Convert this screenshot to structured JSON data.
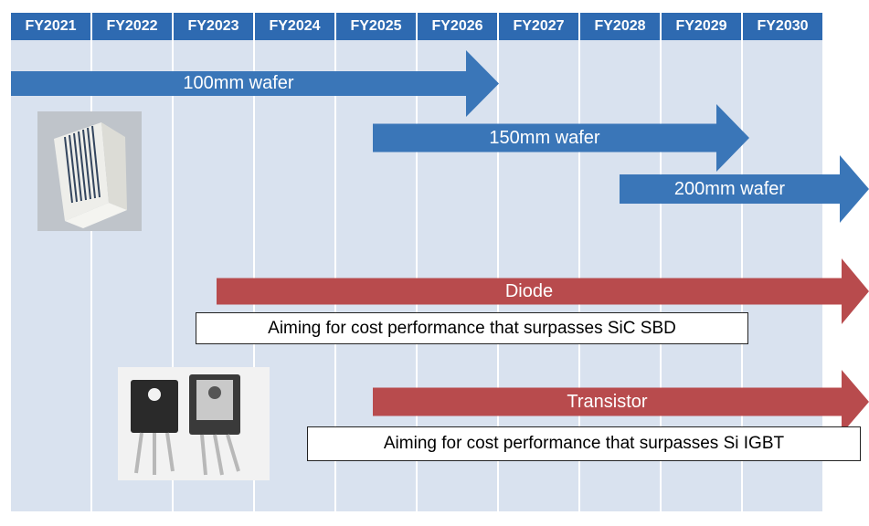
{
  "years": [
    "FY2021",
    "FY2022",
    "FY2023",
    "FY2024",
    "FY2025",
    "FY2026",
    "FY2027",
    "FY2028",
    "FY2029",
    "FY2030"
  ],
  "wafer_arrows": [
    {
      "label": "100mm wafer",
      "start_year": "FY2021",
      "end_year": "FY2026"
    },
    {
      "label": "150mm wafer",
      "start_year": "FY2025",
      "end_year": "FY2029"
    },
    {
      "label": "200mm wafer",
      "start_year": "FY2028",
      "end_year": "FY2030"
    }
  ],
  "device_arrows": [
    {
      "label": "Diode",
      "start_year": "FY2023",
      "end_year": "FY2030"
    },
    {
      "label": "Transistor",
      "start_year": "FY2025",
      "end_year": "FY2030"
    }
  ],
  "notes": {
    "diode": "Aiming for cost performance that surpasses SiC SBD",
    "transistor": "Aiming for cost performance that surpasses Si IGBT"
  },
  "colors": {
    "header": "#2e6ab1",
    "column": "#d9e2ef",
    "wafer_arrow": "#3a76b8",
    "device_arrow": "#b84b4d"
  }
}
